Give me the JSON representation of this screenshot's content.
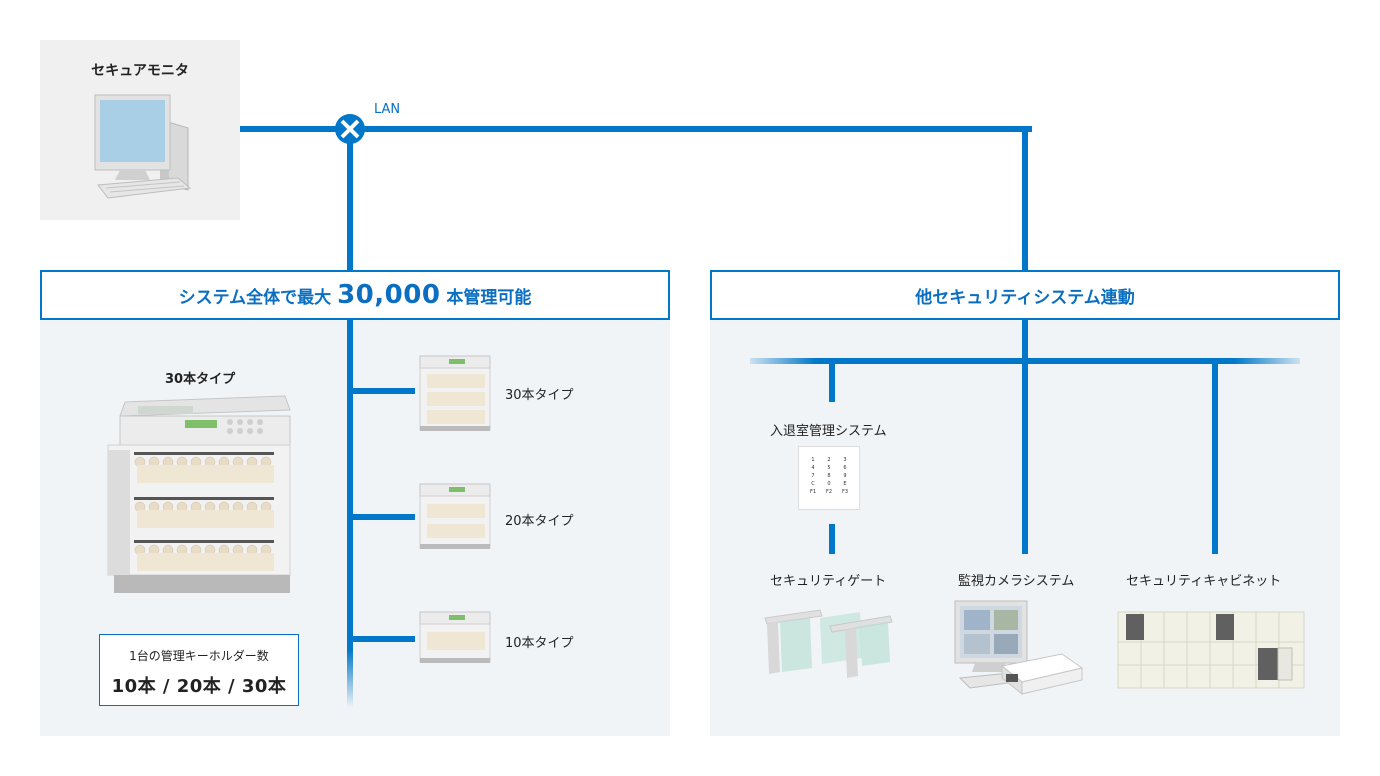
{
  "monitor": {
    "label": "セキュアモニタ",
    "icon": "computer-icon"
  },
  "lan": {
    "label": "LAN",
    "icon": "network-hub-icon"
  },
  "left_section": {
    "title_prefix": "システム全体で最大",
    "title_number": "30,000",
    "title_suffix": "本管理可能",
    "main_unit_label": "30本タイプ",
    "units": [
      {
        "label": "30本タイプ"
      },
      {
        "label": "20本タイプ"
      },
      {
        "label": "10本タイプ"
      }
    ],
    "count_caption": "1台の管理キーホルダー数",
    "count_values": "10本 / 20本 / 30本"
  },
  "right_section": {
    "title": "他セキュリティシステム連動",
    "access_control_label": "入退室管理システム",
    "keypad_keys": [
      "1",
      "2",
      "3",
      "4",
      "5",
      "6",
      "7",
      "8",
      "9",
      "C",
      "0",
      "E",
      "F1",
      "F2",
      "F3"
    ],
    "systems": [
      {
        "label": "セキュリティゲート",
        "icon": "security-gate-icon"
      },
      {
        "label": "監視カメラシステム",
        "icon": "camera-system-icon"
      },
      {
        "label": "セキュリティキャビネット",
        "icon": "cabinet-icon"
      }
    ]
  },
  "colors": {
    "accent": "#0077c8",
    "panel": "#f1f4f7"
  }
}
